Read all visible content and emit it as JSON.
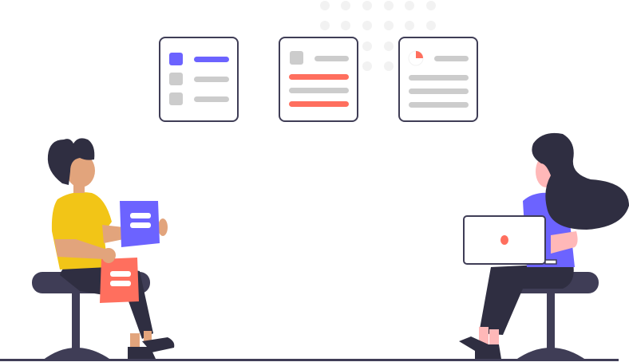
{
  "illustration": {
    "subject": "two-people-collaborating-with-cards",
    "cards": [
      {
        "icon": "list-icon",
        "highlight": "accent"
      },
      {
        "icon": "text-lines-icon",
        "highlight": "coral"
      },
      {
        "icon": "pie-chart-icon",
        "highlight": "coral"
      }
    ]
  },
  "colors": {
    "accent": "#6c63ff",
    "coral": "#ff6f5e",
    "dark": "#2f2e41",
    "stool": "#3f3d56",
    "gray": "#cccccc",
    "dots": "#f2f2f2",
    "yellow": "#f2c517",
    "skin_man": "#e2a47c",
    "skin_woman": "#ffb8b8",
    "white": "#ffffff"
  }
}
